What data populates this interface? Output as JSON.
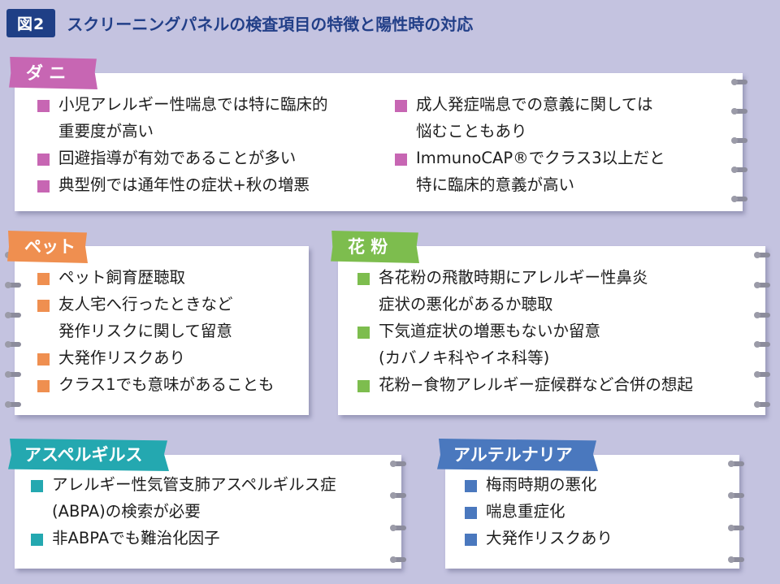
{
  "header": {
    "fig_label": "図2",
    "title": "スクリーニングパネルの検査項目の特徴と陽性時の対応"
  },
  "colors": {
    "background": "#c4c3e0",
    "header_blue": "#1f3f86",
    "dani": "#c766b3",
    "pet": "#ef8f50",
    "kafun": "#7dbd4e",
    "aspergillus": "#24a8b0",
    "alternaria": "#4a78be"
  },
  "sections": {
    "dani": {
      "label": "ダ ニ",
      "left": [
        [
          "小児アレルギー性喘息では特に臨床的",
          "重要度が高い"
        ],
        [
          "回避指導が有効であることが多い"
        ],
        [
          "典型例では通年性の症状+秋の増悪"
        ]
      ],
      "right": [
        [
          "成人発症喘息での意義に関しては",
          "悩むこともあり"
        ],
        [
          "ImmunoCAP®でクラス3以上だと",
          "特に臨床的意義が高い"
        ]
      ]
    },
    "pet": {
      "label": "ペット",
      "items": [
        [
          "ペット飼育歴聴取"
        ],
        [
          "友人宅へ行ったときなど",
          "発作リスクに関して留意"
        ],
        [
          "大発作リスクあり"
        ],
        [
          "クラス1でも意味があることも"
        ]
      ]
    },
    "kafun": {
      "label": "花 粉",
      "items": [
        [
          "各花粉の飛散時期にアレルギー性鼻炎",
          "症状の悪化があるか聴取"
        ],
        [
          "下気道症状の増悪もないか留意",
          "(カバノキ科やイネ科等)"
        ],
        [
          "花粉−食物アレルギー症候群など合併の想起"
        ]
      ]
    },
    "aspergillus": {
      "label": "アスペルギルス",
      "items": [
        [
          "アレルギー性気管支肺アスペルギルス症",
          "(ABPA)の検索が必要"
        ],
        [
          "非ABPAでも難治化因子"
        ]
      ]
    },
    "alternaria": {
      "label": "アルテルナリア",
      "items": [
        [
          "梅雨時期の悪化"
        ],
        [
          "喘息重症化"
        ],
        [
          "大発作リスクあり"
        ]
      ]
    }
  }
}
